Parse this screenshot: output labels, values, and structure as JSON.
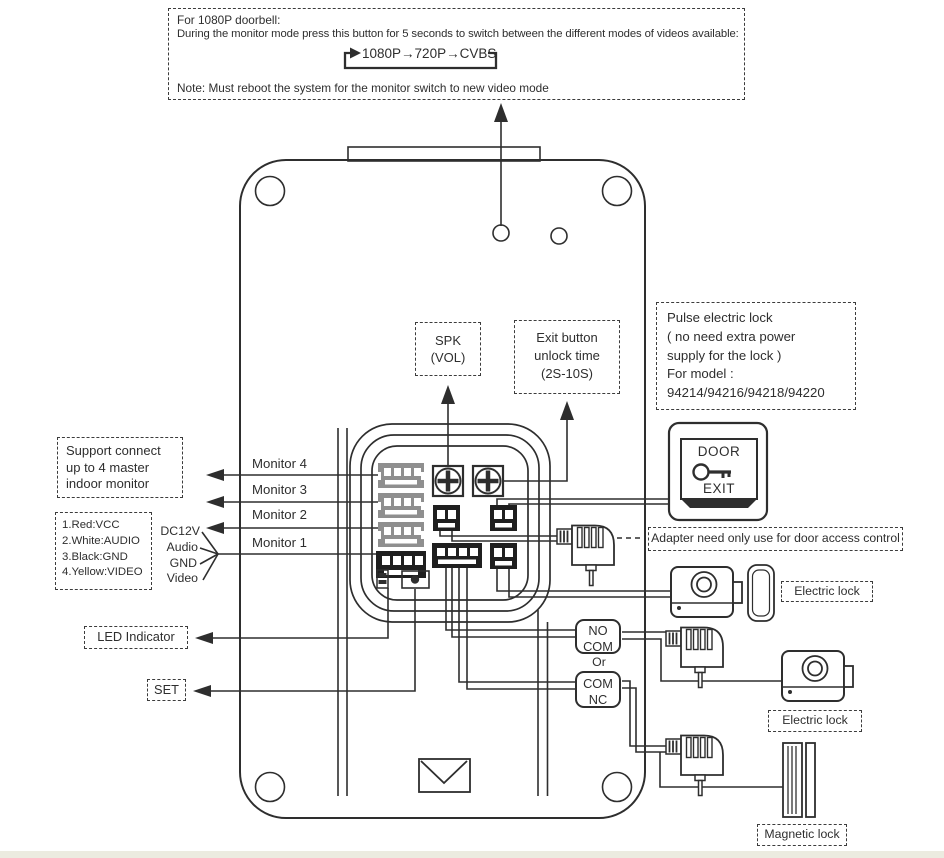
{
  "top_note": {
    "line1": "For 1080P doorbell:",
    "line2": "During the monitor mode press this button for 5 seconds to switch between the different modes of videos available:",
    "mode1": "1080P",
    "mode2": "720P",
    "mode3": "CVBS",
    "arrow1": "→",
    "arrow2": "→",
    "note": "Note: Must reboot the system for the monitor switch to new video mode"
  },
  "callouts": {
    "spk_line1": "SPK",
    "spk_line2": "(VOL)",
    "exit_line1": "Exit button",
    "exit_line2": "unlock time",
    "exit_line3": "(2S-10S)",
    "pulse_line1": "Pulse electric lock",
    "pulse_line2": "( no need extra power",
    "pulse_line3": "supply for the lock )",
    "pulse_line4": "For model :",
    "pulse_line5": "94214/94216/94218/94220",
    "support_line1": "Support connect",
    "support_line2": "up to 4 master",
    "support_line3": "indoor monitor",
    "wire1": "1.Red:VCC",
    "wire2": "2.White:AUDIO",
    "wire3": "3.Black:GND",
    "wire4": "4.Yellow:VIDEO",
    "led": "LED Indicator",
    "set": "SET",
    "adapter_note": "Adapter need only use for door access control",
    "electric_lock_1": "Electric lock",
    "electric_lock_2": "Electric lock",
    "magnetic_lock": "Magnetic lock"
  },
  "monitors": [
    "Monitor 4",
    "Monitor 3",
    "Monitor 2",
    "Monitor 1"
  ],
  "pins": [
    "DC12V",
    "Audio",
    "GND",
    "Video"
  ],
  "relay": {
    "no": "NO",
    "com": "COM",
    "or": "Or",
    "com2": "COM",
    "nc": "NC"
  },
  "door_exit": {
    "top": "DOOR",
    "bottom": "EXIT"
  },
  "colors": {
    "ink": "#2e2e2e",
    "gray_connector": "#8f8f8f",
    "footer_strip": "#ecebe0"
  }
}
